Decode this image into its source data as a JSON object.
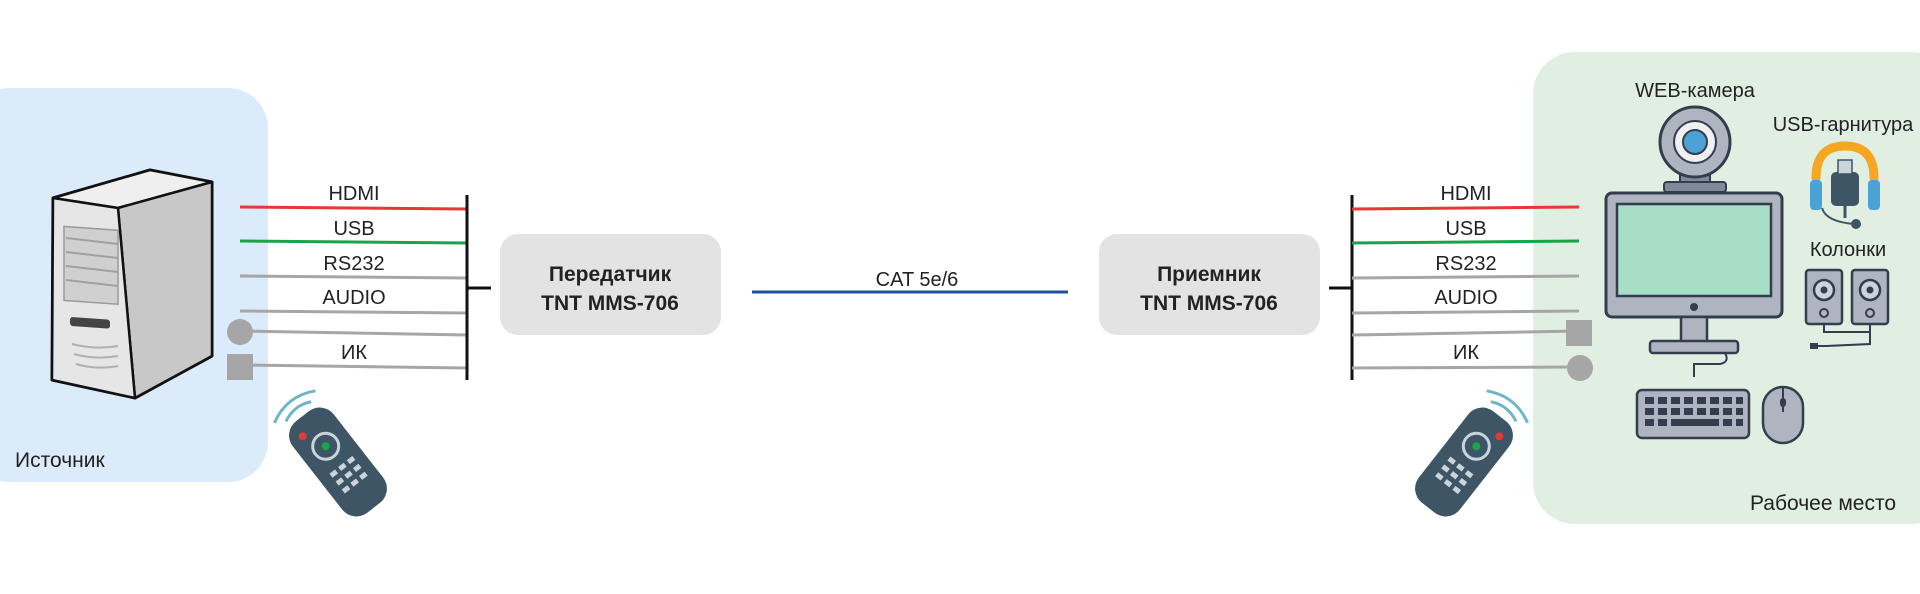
{
  "source": {
    "label": "Источник"
  },
  "workplace": {
    "label": "Рабочее место"
  },
  "transmitter": {
    "line1": "Передатчик",
    "line2": "TNT MMS-706"
  },
  "receiver": {
    "line1": "Приемник",
    "line2": "TNT MMS-706"
  },
  "cable": {
    "label": "CAT 5e/6"
  },
  "signals": [
    "HDMI",
    "USB",
    "RS232",
    "AUDIO",
    "ИК"
  ],
  "devices": {
    "webcam": "WEB-камера",
    "headset": "USB-гарнитура",
    "speakers": "Колонки"
  },
  "colors": {
    "hdmi": "#e53935",
    "usb": "#1aa34a",
    "cable": "#1a4fa0",
    "gray": "#a6a6a6",
    "source_bg": "#dcebf9",
    "workplace_bg": "#e0efe2",
    "box_bg": "#e3e3e3"
  }
}
